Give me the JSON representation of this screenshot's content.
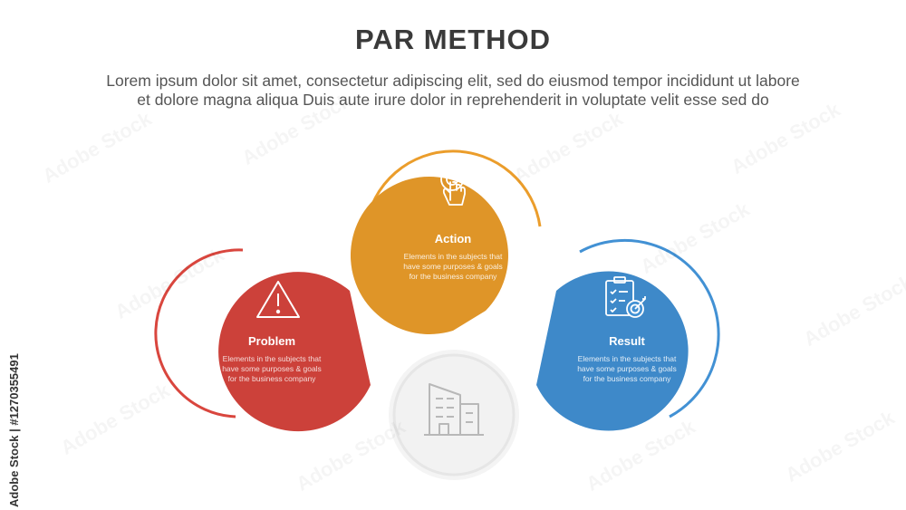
{
  "header": {
    "title": "PAR METHOD",
    "subtitle_line1": "Lorem ipsum dolor sit amet, consectetur adipiscing elit, sed do eiusmod tempor incididunt ut labore",
    "subtitle_line2": "et dolore magna aliqua Duis aute irure dolor in reprehenderit in voluptate velit esse sed do"
  },
  "steps": [
    {
      "title": "Problem",
      "desc_line1": "Elements in the subjects that",
      "desc_line2": "have  some purposes & goals",
      "desc_line3": "for the  business company",
      "color": "#d9463e",
      "icon": "warning-icon"
    },
    {
      "title": "Action",
      "desc_line1": "Elements in the subjects that",
      "desc_line2": "have  some purposes & goals",
      "desc_line3": "for the  business company",
      "color": "#eb9d2b",
      "icon": "hand-pointer-icon"
    },
    {
      "title": "Result",
      "desc_line1": "Elements in the subjects that",
      "desc_line2": "have  some purposes & goals",
      "desc_line3": "for the  business company",
      "color": "#4291d4",
      "icon": "clipboard-target-icon"
    }
  ],
  "center": {
    "icon": "building-icon",
    "fill_color": "#f2f2f2",
    "stroke_color": "#e6e6e6",
    "icon_color": "#b8b8b8"
  },
  "watermark": {
    "side_text": "Adobe Stock | #1270355491",
    "tile_text": "Adobe Stock"
  }
}
